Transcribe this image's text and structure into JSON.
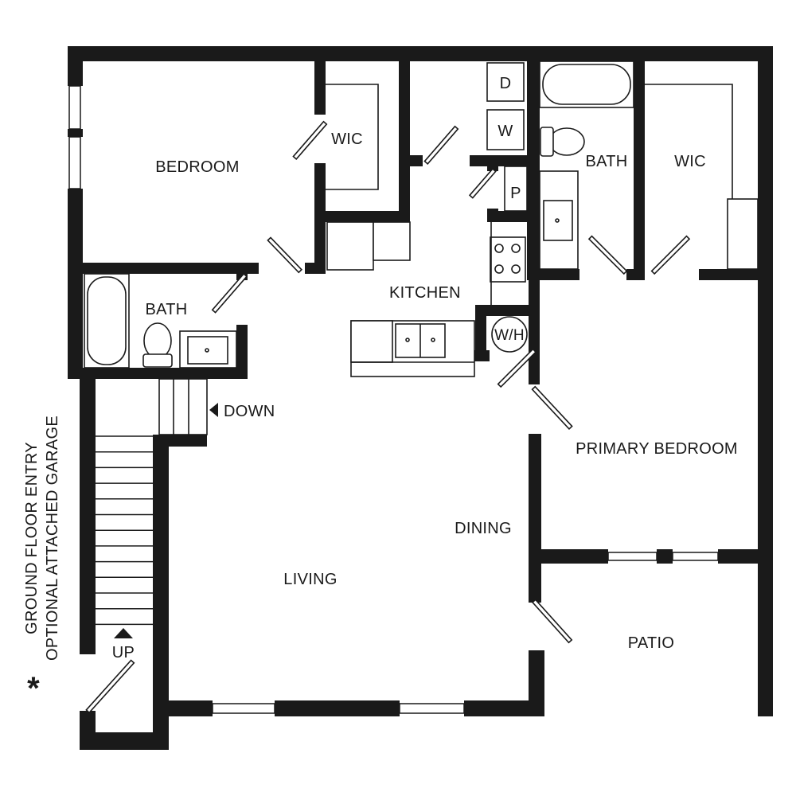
{
  "rooms": {
    "bedroom": "BEDROOM",
    "wic_left": "WIC",
    "bath_left": "BATH",
    "kitchen": "KITCHEN",
    "bath_right": "BATH",
    "wic_right": "WIC",
    "primary_bedroom": "PRIMARY BEDROOM",
    "dining": "DINING",
    "living": "LIVING",
    "patio": "PATIO"
  },
  "appliances": {
    "dryer": "D",
    "washer": "W",
    "pantry": "P",
    "water_heater": "W/H"
  },
  "stairs": {
    "down": "DOWN",
    "up": "UP"
  },
  "side_note": {
    "line1": "GROUND FLOOR ENTRY",
    "line2": "OPTIONAL ATTACHED GARAGE",
    "asterisk": "*"
  },
  "colors": {
    "wall": "#1a1a1a",
    "background": "#ffffff"
  }
}
